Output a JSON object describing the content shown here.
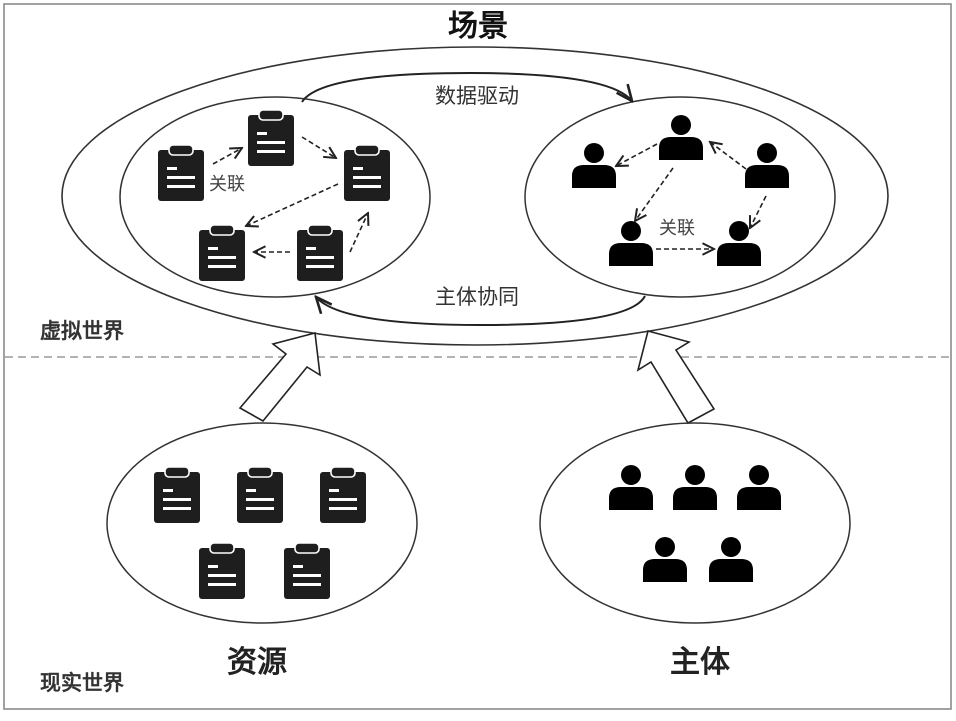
{
  "diagram": {
    "title": "场景",
    "regions": {
      "virtual": "虚拟世界",
      "real": "现实世界"
    },
    "flows": {
      "top_arc": "数据驱动",
      "bottom_arc": "主体协同"
    },
    "virtual_resources": {
      "icon": "clipboard-icon",
      "count": 5,
      "relation_label": "关联"
    },
    "virtual_subjects": {
      "icon": "person-icon",
      "count": 5,
      "relation_label": "关联"
    },
    "real_resources": {
      "label": "资源",
      "icon": "clipboard-icon",
      "count": 5
    },
    "real_subjects": {
      "label": "主体",
      "icon": "person-icon",
      "count": 5
    },
    "colors": {
      "icon": "#1e1e1e",
      "line": "#333333",
      "divider": "#9a9a9a",
      "frame": "#8a8a8a"
    }
  }
}
